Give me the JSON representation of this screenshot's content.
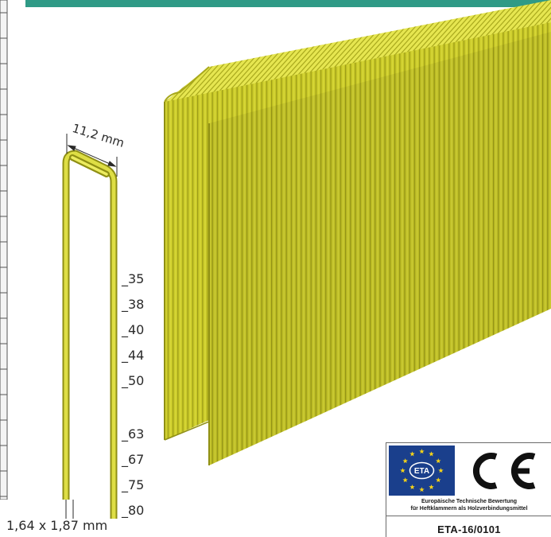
{
  "banner": {
    "text": ""
  },
  "dimensions": {
    "crown_width": "11,2 mm",
    "wire_size": "1,64 x 1,87 mm"
  },
  "lengths": [
    "_35",
    "_38",
    "_40",
    "_44",
    "_50",
    "_63",
    "_67",
    "_75",
    "_80"
  ],
  "certification": {
    "eta_logo_text": "ETA",
    "ce_mark": "CE",
    "description_line1": "Europäische Technische Bewertung",
    "description_line2": "für Heftklammern als Holzverbindungsmittel",
    "number": "ETA-16/0101"
  },
  "colors": {
    "banner": "#2f9a86",
    "staple_yellow": "#c9c928",
    "staple_shadow": "#8f8f14",
    "eta_blue": "#1a3f8c",
    "eu_star": "#f3d21a"
  }
}
